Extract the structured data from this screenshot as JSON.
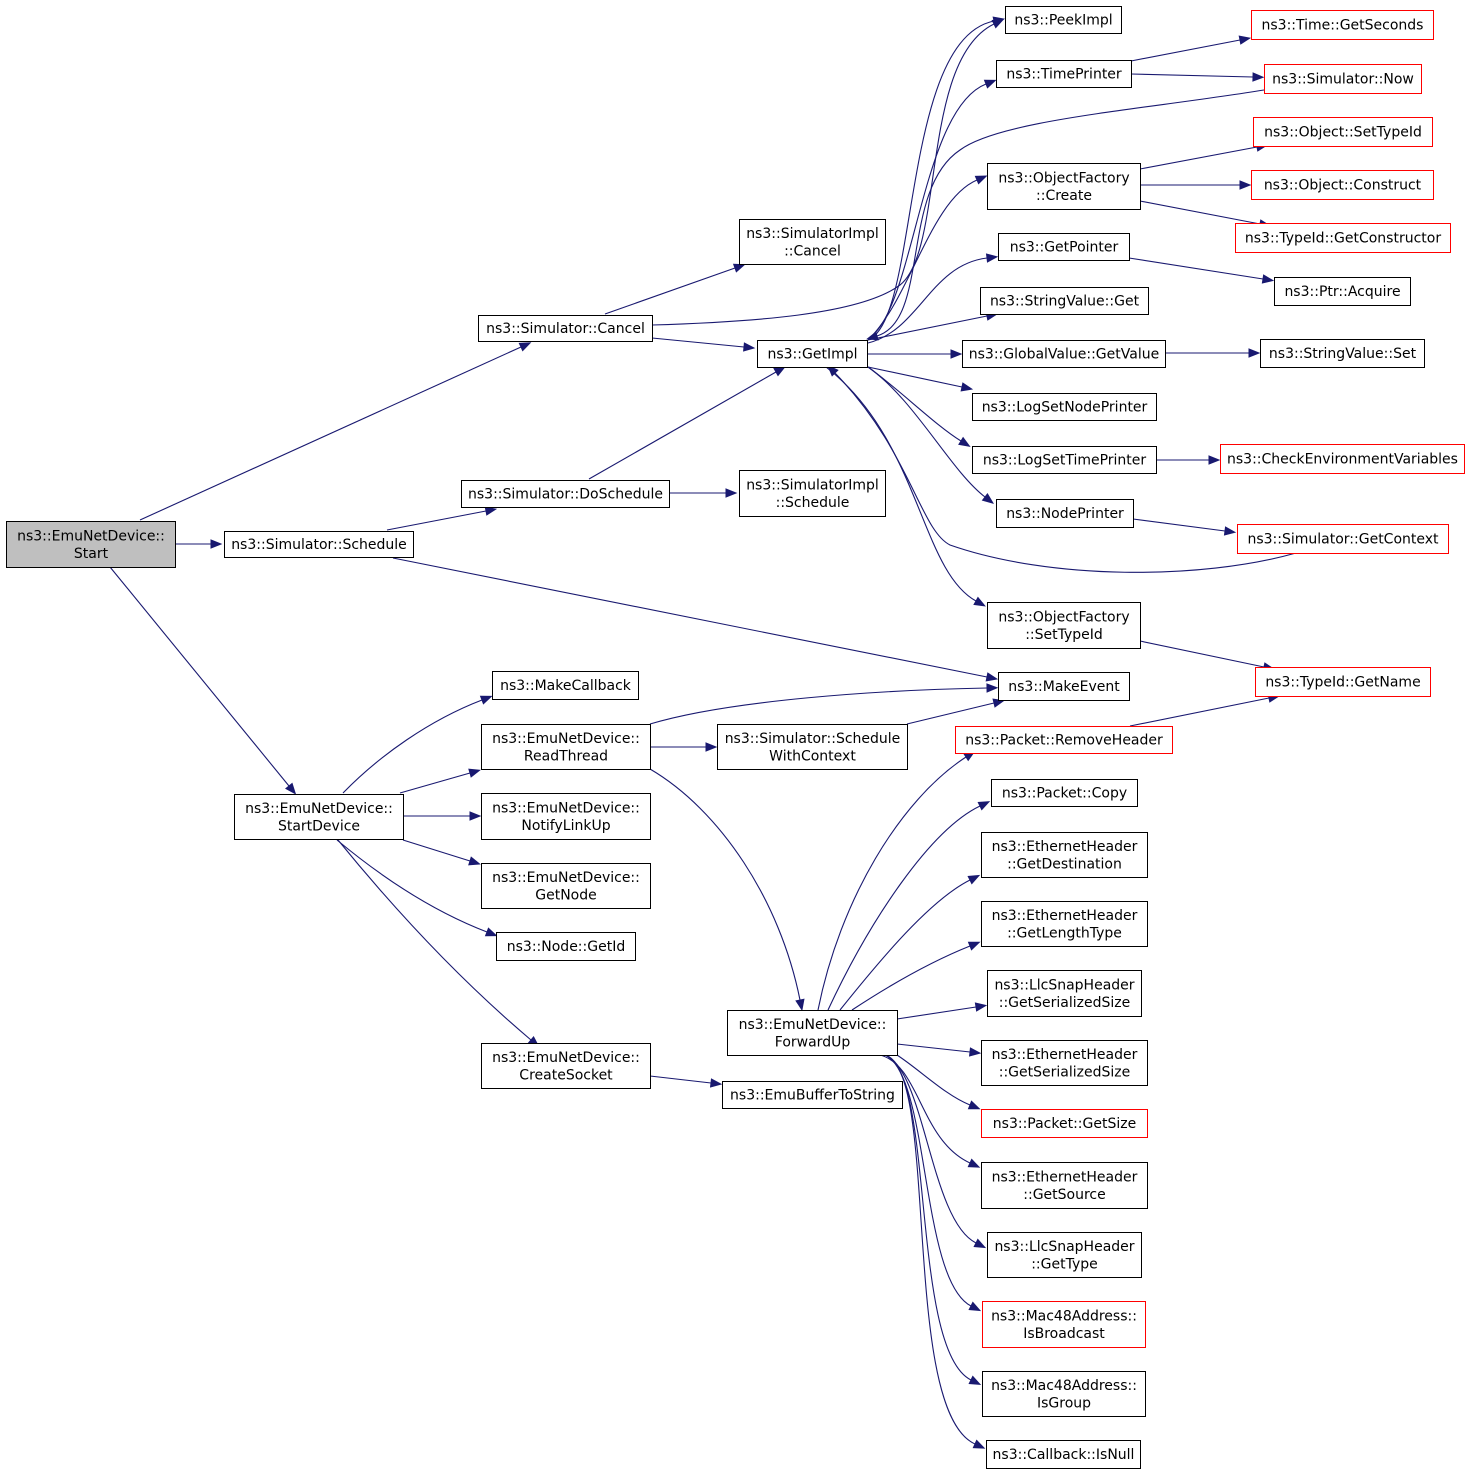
{
  "diagram": {
    "colors": {
      "edge": "#191970",
      "root_fill": "#bfbfbf",
      "external_border": "#ff0000",
      "node_border": "#000000",
      "node_fill": "#ffffff"
    },
    "nodes": [
      {
        "id": "start",
        "lines": [
          "ns3::EmuNetDevice::",
          "Start"
        ],
        "kind": "root"
      },
      {
        "id": "cancel",
        "lines": [
          "ns3::Simulator::Cancel"
        ],
        "kind": "normal"
      },
      {
        "id": "schedule",
        "lines": [
          "ns3::Simulator::Schedule"
        ],
        "kind": "normal"
      },
      {
        "id": "startdevice",
        "lines": [
          "ns3::EmuNetDevice::",
          "StartDevice"
        ],
        "kind": "normal"
      },
      {
        "id": "simimplcancel",
        "lines": [
          "ns3::SimulatorImpl",
          "::Cancel"
        ],
        "kind": "normal"
      },
      {
        "id": "doschedule",
        "lines": [
          "ns3::Simulator::DoSchedule"
        ],
        "kind": "normal"
      },
      {
        "id": "simimplschedule",
        "lines": [
          "ns3::SimulatorImpl",
          "::Schedule"
        ],
        "kind": "normal"
      },
      {
        "id": "makecallback",
        "lines": [
          "ns3::MakeCallback"
        ],
        "kind": "normal"
      },
      {
        "id": "readthread",
        "lines": [
          "ns3::EmuNetDevice::",
          "ReadThread"
        ],
        "kind": "normal"
      },
      {
        "id": "notifylinkup",
        "lines": [
          "ns3::EmuNetDevice::",
          "NotifyLinkUp"
        ],
        "kind": "normal"
      },
      {
        "id": "getnode",
        "lines": [
          "ns3::EmuNetDevice::",
          "GetNode"
        ],
        "kind": "normal"
      },
      {
        "id": "nodegetid",
        "lines": [
          "ns3::Node::GetId"
        ],
        "kind": "normal"
      },
      {
        "id": "createsocket",
        "lines": [
          "ns3::EmuNetDevice::",
          "CreateSocket"
        ],
        "kind": "normal"
      },
      {
        "id": "getimpl",
        "lines": [
          "ns3::GetImpl"
        ],
        "kind": "normal"
      },
      {
        "id": "schedwithctx",
        "lines": [
          "ns3::Simulator::Schedule",
          "WithContext"
        ],
        "kind": "normal"
      },
      {
        "id": "forwardup",
        "lines": [
          "ns3::EmuNetDevice::",
          "ForwardUp"
        ],
        "kind": "normal"
      },
      {
        "id": "emubuffer",
        "lines": [
          "ns3::EmuBufferToString"
        ],
        "kind": "normal"
      },
      {
        "id": "peekimpl",
        "lines": [
          "ns3::PeekImpl"
        ],
        "kind": "normal"
      },
      {
        "id": "timeprinter",
        "lines": [
          "ns3::TimePrinter"
        ],
        "kind": "normal"
      },
      {
        "id": "ofcreate",
        "lines": [
          "ns3::ObjectFactory",
          "::Create"
        ],
        "kind": "normal"
      },
      {
        "id": "getpointer",
        "lines": [
          "ns3::GetPointer"
        ],
        "kind": "normal"
      },
      {
        "id": "svget",
        "lines": [
          "ns3::StringValue::Get"
        ],
        "kind": "normal"
      },
      {
        "id": "gvgetvalue",
        "lines": [
          "ns3::GlobalValue::GetValue"
        ],
        "kind": "normal"
      },
      {
        "id": "logsetnode",
        "lines": [
          "ns3::LogSetNodePrinter"
        ],
        "kind": "normal"
      },
      {
        "id": "logsettime",
        "lines": [
          "ns3::LogSetTimePrinter"
        ],
        "kind": "normal"
      },
      {
        "id": "nodeprinter",
        "lines": [
          "ns3::NodePrinter"
        ],
        "kind": "normal"
      },
      {
        "id": "ofsettypeid",
        "lines": [
          "ns3::ObjectFactory",
          "::SetTypeId"
        ],
        "kind": "normal"
      },
      {
        "id": "makeevent",
        "lines": [
          "ns3::MakeEvent"
        ],
        "kind": "normal"
      },
      {
        "id": "removeheader",
        "lines": [
          "ns3::Packet::RemoveHeader"
        ],
        "kind": "external"
      },
      {
        "id": "packetcopy",
        "lines": [
          "ns3::Packet::Copy"
        ],
        "kind": "normal"
      },
      {
        "id": "ehgetdest",
        "lines": [
          "ns3::EthernetHeader",
          "::GetDestination"
        ],
        "kind": "normal"
      },
      {
        "id": "ehgetlentype",
        "lines": [
          "ns3::EthernetHeader",
          "::GetLengthType"
        ],
        "kind": "normal"
      },
      {
        "id": "llcgetsersize",
        "lines": [
          "ns3::LlcSnapHeader",
          "::GetSerializedSize"
        ],
        "kind": "normal"
      },
      {
        "id": "ehgetsersize",
        "lines": [
          "ns3::EthernetHeader",
          "::GetSerializedSize"
        ],
        "kind": "normal"
      },
      {
        "id": "packetgetsize",
        "lines": [
          "ns3::Packet::GetSize"
        ],
        "kind": "external"
      },
      {
        "id": "ehgetsource",
        "lines": [
          "ns3::EthernetHeader",
          "::GetSource"
        ],
        "kind": "normal"
      },
      {
        "id": "llcgettype",
        "lines": [
          "ns3::LlcSnapHeader",
          "::GetType"
        ],
        "kind": "normal"
      },
      {
        "id": "macisbroadcast",
        "lines": [
          "ns3::Mac48Address::",
          "IsBroadcast"
        ],
        "kind": "external"
      },
      {
        "id": "macisgroup",
        "lines": [
          "ns3::Mac48Address::",
          "IsGroup"
        ],
        "kind": "normal"
      },
      {
        "id": "callbackisnull",
        "lines": [
          "ns3::Callback::IsNull"
        ],
        "kind": "normal"
      },
      {
        "id": "timegetseconds",
        "lines": [
          "ns3::Time::GetSeconds"
        ],
        "kind": "external"
      },
      {
        "id": "simnow",
        "lines": [
          "ns3::Simulator::Now"
        ],
        "kind": "external"
      },
      {
        "id": "objsettypeid",
        "lines": [
          "ns3::Object::SetTypeId"
        ],
        "kind": "external"
      },
      {
        "id": "objconstruct",
        "lines": [
          "ns3::Object::Construct"
        ],
        "kind": "external"
      },
      {
        "id": "typeidgetctor",
        "lines": [
          "ns3::TypeId::GetConstructor"
        ],
        "kind": "external"
      },
      {
        "id": "ptracquire",
        "lines": [
          "ns3::Ptr::Acquire"
        ],
        "kind": "normal"
      },
      {
        "id": "svset",
        "lines": [
          "ns3::StringValue::Set"
        ],
        "kind": "normal"
      },
      {
        "id": "checkenv",
        "lines": [
          "ns3::CheckEnvironmentVariables"
        ],
        "kind": "external"
      },
      {
        "id": "simgetcontext",
        "lines": [
          "ns3::Simulator::GetContext"
        ],
        "kind": "external"
      },
      {
        "id": "typeidgetname",
        "lines": [
          "ns3::TypeId::GetName"
        ],
        "kind": "external"
      }
    ],
    "edges": [
      {
        "from": "start",
        "to": "cancel"
      },
      {
        "from": "start",
        "to": "schedule"
      },
      {
        "from": "start",
        "to": "startdevice"
      },
      {
        "from": "cancel",
        "to": "simimplcancel"
      },
      {
        "from": "cancel",
        "to": "getimpl"
      },
      {
        "from": "cancel",
        "to": "peekimpl"
      },
      {
        "from": "schedule",
        "to": "doschedule"
      },
      {
        "from": "schedule",
        "to": "makeevent"
      },
      {
        "from": "doschedule",
        "to": "getimpl"
      },
      {
        "from": "doschedule",
        "to": "simimplschedule"
      },
      {
        "from": "startdevice",
        "to": "makecallback"
      },
      {
        "from": "startdevice",
        "to": "readthread"
      },
      {
        "from": "startdevice",
        "to": "notifylinkup"
      },
      {
        "from": "startdevice",
        "to": "getnode"
      },
      {
        "from": "startdevice",
        "to": "nodegetid"
      },
      {
        "from": "startdevice",
        "to": "createsocket"
      },
      {
        "from": "readthread",
        "to": "makeevent"
      },
      {
        "from": "readthread",
        "to": "schedwithctx"
      },
      {
        "from": "readthread",
        "to": "forwardup"
      },
      {
        "from": "schedwithctx",
        "to": "makeevent"
      },
      {
        "from": "createsocket",
        "to": "emubuffer"
      },
      {
        "from": "getimpl",
        "to": "peekimpl"
      },
      {
        "from": "getimpl",
        "to": "timeprinter"
      },
      {
        "from": "getimpl",
        "to": "ofcreate"
      },
      {
        "from": "getimpl",
        "to": "getpointer"
      },
      {
        "from": "getimpl",
        "to": "svget"
      },
      {
        "from": "getimpl",
        "to": "gvgetvalue"
      },
      {
        "from": "getimpl",
        "to": "logsetnode"
      },
      {
        "from": "getimpl",
        "to": "logsettime"
      },
      {
        "from": "getimpl",
        "to": "nodeprinter"
      },
      {
        "from": "getimpl",
        "to": "ofsettypeid"
      },
      {
        "from": "timeprinter",
        "to": "timegetseconds"
      },
      {
        "from": "timeprinter",
        "to": "simnow"
      },
      {
        "from": "simnow",
        "to": "getimpl"
      },
      {
        "from": "ofcreate",
        "to": "objsettypeid"
      },
      {
        "from": "ofcreate",
        "to": "objconstruct"
      },
      {
        "from": "ofcreate",
        "to": "typeidgetctor"
      },
      {
        "from": "getpointer",
        "to": "ptracquire"
      },
      {
        "from": "gvgetvalue",
        "to": "svset"
      },
      {
        "from": "logsettime",
        "to": "checkenv"
      },
      {
        "from": "nodeprinter",
        "to": "simgetcontext"
      },
      {
        "from": "simgetcontext",
        "to": "getimpl"
      },
      {
        "from": "ofsettypeid",
        "to": "typeidgetname"
      },
      {
        "from": "removeheader",
        "to": "typeidgetname"
      },
      {
        "from": "forwardup",
        "to": "removeheader"
      },
      {
        "from": "forwardup",
        "to": "packetcopy"
      },
      {
        "from": "forwardup",
        "to": "ehgetdest"
      },
      {
        "from": "forwardup",
        "to": "ehgetlentype"
      },
      {
        "from": "forwardup",
        "to": "llcgetsersize"
      },
      {
        "from": "forwardup",
        "to": "ehgetsersize"
      },
      {
        "from": "forwardup",
        "to": "packetgetsize"
      },
      {
        "from": "forwardup",
        "to": "ehgetsource"
      },
      {
        "from": "forwardup",
        "to": "llcgettype"
      },
      {
        "from": "forwardup",
        "to": "macisbroadcast"
      },
      {
        "from": "forwardup",
        "to": "macisgroup"
      },
      {
        "from": "forwardup",
        "to": "callbackisnull"
      }
    ]
  }
}
